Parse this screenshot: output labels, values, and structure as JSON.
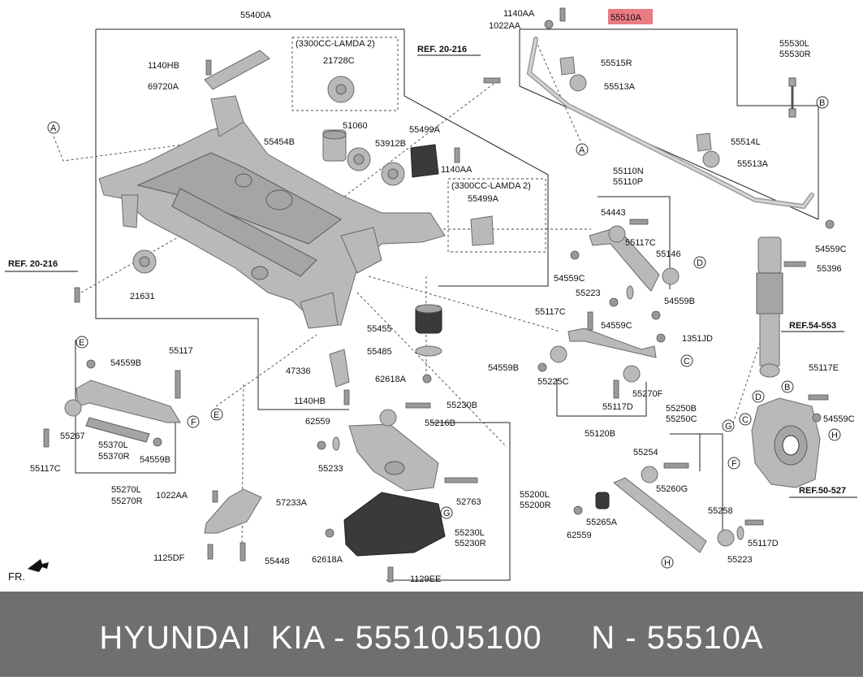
{
  "footer": {
    "text": "HYUNDAI  KIA - 55510J5100     N - 55510A"
  },
  "highlight": {
    "label": "55510A",
    "color": "#e97b84"
  },
  "colors": {
    "part_fill": "#b9b9b9",
    "footer_bg": "#6f6f6f"
  },
  "boxes": {
    "lamda_top": {
      "title": "(3300CC-LAMDA 2)",
      "part": "21728C"
    },
    "lamda_mid": {
      "title": "(3300CC-LAMDA 2)",
      "part": "55499A"
    }
  },
  "refs": {
    "ref_20216_top": "REF. 20-216",
    "ref_20216_left": "REF. 20-216",
    "ref_54553": "REF.54-553",
    "ref_50527": "REF.50-527"
  },
  "fr_label": "FR.",
  "circle_letters": [
    "A",
    "A",
    "B",
    "B",
    "C",
    "C",
    "D",
    "D",
    "E",
    "E",
    "F",
    "F",
    "G",
    "G",
    "H",
    "H"
  ],
  "labels": {
    "p55400A": "55400A",
    "p1140HB_a": "1140HB",
    "p69720A": "69720A",
    "p55454B": "55454B",
    "p51060": "51060",
    "p53912B": "53912B",
    "p55499A": "55499A",
    "p1140AA_a": "1140AA",
    "p21631": "21631",
    "p55455": "55455",
    "p55485": "55485",
    "p47336": "47336",
    "p62618A_a": "62618A",
    "p1140HB_b": "1140HB",
    "p1140AA_b": "1140AA",
    "p1022AA_a": "1022AA",
    "p55515R": "55515R",
    "p55513A_a": "55513A",
    "p55514L": "55514L",
    "p55513A_b": "55513A",
    "p55530L": "55530L",
    "p55530R": "55530R",
    "p54559C_a": "54559C",
    "p55110N": "55110N",
    "p55110P": "55110P",
    "p54443": "54443",
    "p55117C_a": "55117C",
    "p55146": "55146",
    "p54559C_b": "54559C",
    "p55223_a": "55223",
    "p54559C_c": "54559C",
    "p54559B_a": "54559B",
    "p55117C_b": "55117C",
    "p1351JD": "1351JD",
    "p54559B_b": "54559B",
    "p55225C": "55225C",
    "p55270F": "55270F",
    "p55117D_a": "55117D",
    "p55120B": "55120B",
    "p55396": "55396",
    "p55117E": "55117E",
    "p54559C_d": "54559C",
    "p55250B": "55250B",
    "p55250C": "55250C",
    "p55254": "55254",
    "p55260G": "55260G",
    "p62559_a": "62559",
    "p55265A": "55265A",
    "p55258": "55258",
    "p55117D_b": "55117D",
    "p55223_b": "55223",
    "p54559B_c": "54559B",
    "p55117": "55117",
    "p55267": "55267",
    "p55370L": "55370L",
    "p55370R": "55370R",
    "p54559B_d": "54559B",
    "p55117C_c": "55117C",
    "p55270L": "55270L",
    "p55270R": "55270R",
    "p1022AA_b": "1022AA",
    "p57233A": "57233A",
    "p1125DF": "1125DF",
    "p55448": "55448",
    "p55230B": "55230B",
    "p62559_b": "62559",
    "p55216B": "55216B",
    "p55233": "55233",
    "p52763": "52763",
    "p55200L": "55200L",
    "p55200R": "55200R",
    "p55230L": "55230L",
    "p55230R": "55230R",
    "p62618A_b": "62618A",
    "p1129EE": "1129EE"
  }
}
